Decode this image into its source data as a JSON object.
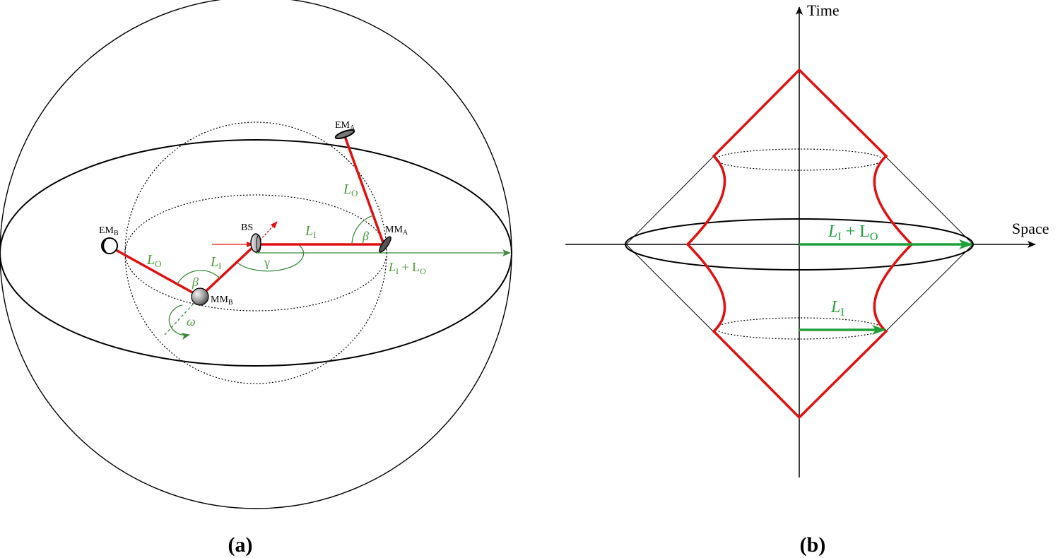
{
  "panel_a": {
    "caption": "(a)",
    "labels": {
      "em_b": "EM",
      "em_b_sub": "B",
      "em_a": "EM",
      "em_a_sub": "A",
      "bs": "BS",
      "mm_a": "MM",
      "mm_a_sub": "A",
      "mm_b": "MM",
      "mm_b_sub": "B",
      "lo_left": "L",
      "lo_left_sub": "O",
      "lo_right": "L",
      "lo_right_sub": "O",
      "li_left": "L",
      "li_left_sub": "I",
      "li_right": "L",
      "li_right_sub": "I",
      "beta_left": "β",
      "beta_right": "β",
      "gamma": "γ",
      "omega": "ω",
      "sum_l": "L",
      "sum_l_sub": "I",
      "sum_plus": " + L",
      "sum_o_sub": "O"
    }
  },
  "panel_b": {
    "caption": "(b)",
    "labels": {
      "time": "Time",
      "space": "Space",
      "sum_l": "L",
      "sum_l_sub": "I",
      "sum_plus": " + L",
      "sum_o_sub": "O",
      "li": "L",
      "li_sub": "I"
    }
  },
  "colors": {
    "red": "#e01010",
    "green": "#3a8a3a",
    "bright_green": "#1fa03a"
  }
}
